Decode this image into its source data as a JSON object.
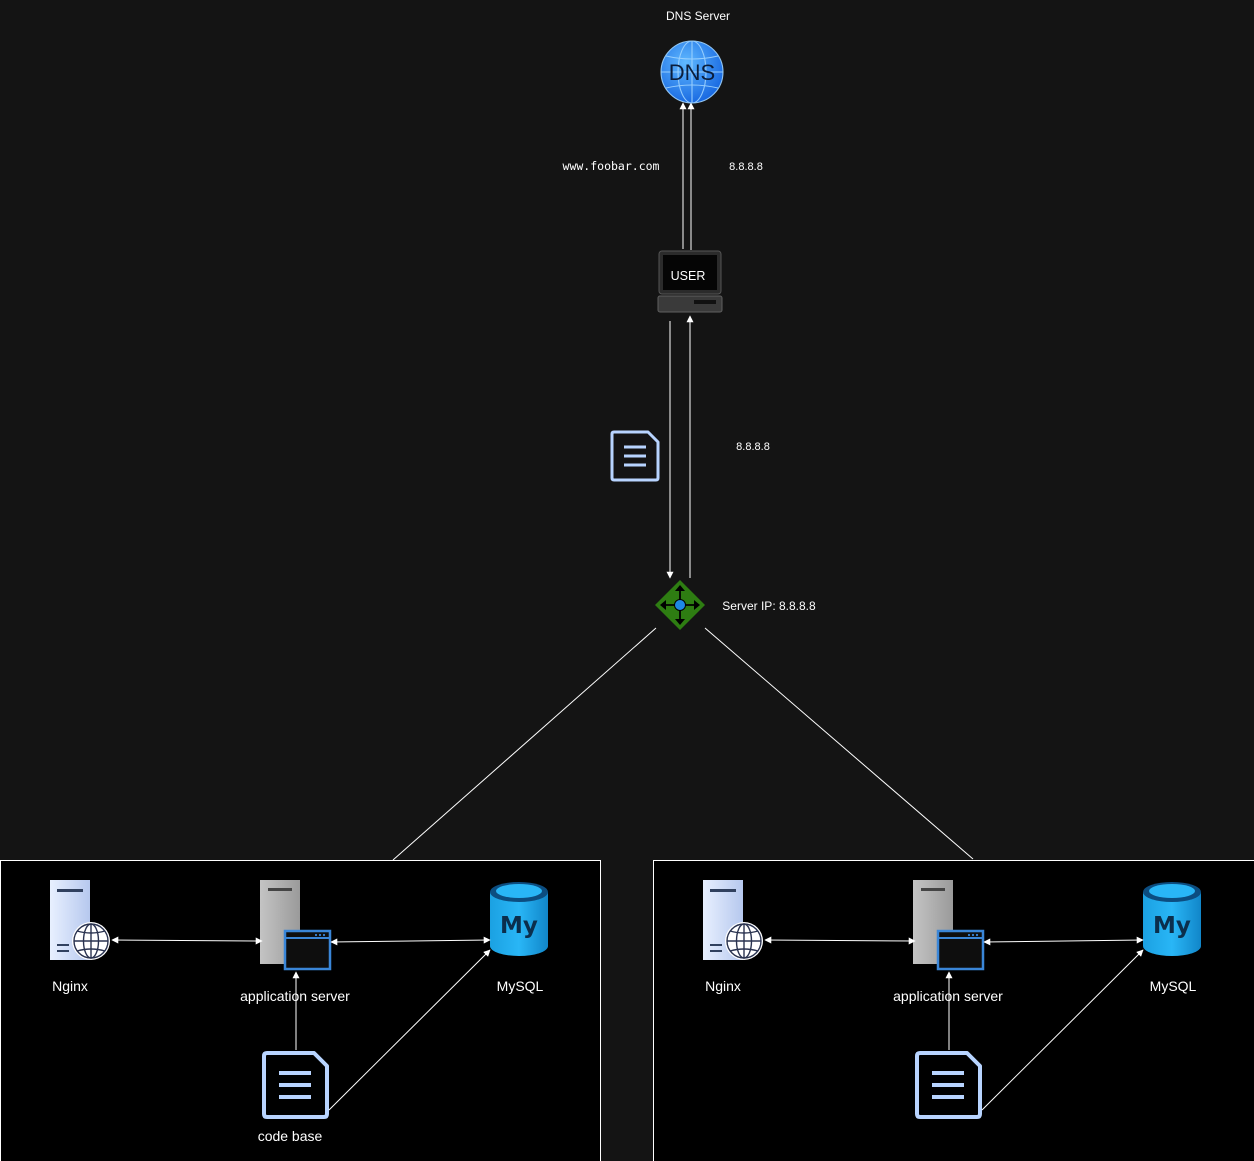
{
  "dns": {
    "title": "DNS Server",
    "icon_text": "DNS",
    "request_label": "www.foobar.com",
    "response_label": "8.8.8.8"
  },
  "user": {
    "icon_text": "USER",
    "response_label": "8.8.8.8"
  },
  "load_balancer": {
    "ip_label": "Server IP: 8.8.8.8"
  },
  "servers": [
    {
      "nginx_label": "Nginx",
      "app_label": "application server",
      "mysql_label": "MySQL",
      "mysql_icon_text": "My",
      "code_label": "code base"
    },
    {
      "nginx_label": "Nginx",
      "app_label": "application server",
      "mysql_label": "MySQL",
      "mysql_icon_text": "My",
      "code_label": ""
    }
  ],
  "colors": {
    "background": "#141414",
    "panel": "#000000",
    "line": "#ffffff",
    "dns_blue": "#1e90ff",
    "lb_green": "#2e7d12",
    "doc_outline": "#b8d4ff",
    "mysql_blue": "#1ba1e2"
  }
}
